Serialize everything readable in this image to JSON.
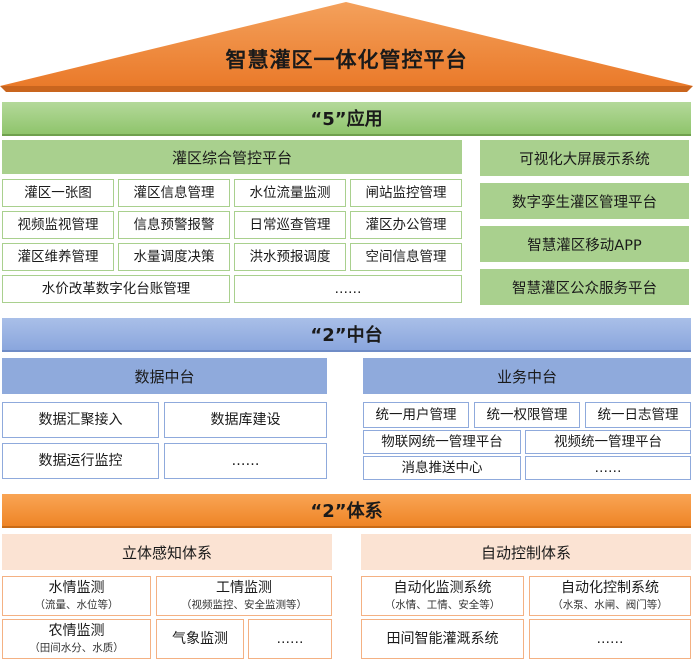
{
  "title": "智慧灌区一体化管控平台",
  "apps": {
    "band": "“5”应用",
    "platform_header": "灌区综合管控平台",
    "grid": [
      [
        "灌区一张图",
        "灌区信息管理",
        "水位流量监测",
        "闸站监控管理"
      ],
      [
        "视频监视管理",
        "信息预警报警",
        "日常巡查管理",
        "灌区办公管理"
      ],
      [
        "灌区维养管理",
        "水量调度决策",
        "洪水预报调度",
        "空间信息管理"
      ]
    ],
    "last_row": [
      "水价改革数字化台账管理",
      "……"
    ],
    "right_boxes": [
      "可视化大屏展示系统",
      "数字孪生灌区管理平台",
      "智慧灌区移动APP",
      "智慧灌区公众服务平台"
    ]
  },
  "middle": {
    "band": "“2”中台",
    "data": {
      "header": "数据中台",
      "items": [
        "数据汇聚接入",
        "数据库建设",
        "数据运行监控",
        "……"
      ]
    },
    "business": {
      "header": "业务中台",
      "row1": [
        "统一用户管理",
        "统一权限管理",
        "统一日志管理"
      ],
      "row2": [
        "物联网统一管理平台",
        "视频统一管理平台"
      ],
      "row3": [
        "消息推送中心",
        "……"
      ]
    }
  },
  "systems": {
    "band": "“2”体系",
    "sensing": {
      "header": "立体感知体系",
      "water": {
        "title": "水情监测",
        "sub": "（流量、水位等）"
      },
      "engineering": {
        "title": "工情监测",
        "sub": "（视频监控、安全监测等）"
      },
      "agri": {
        "title": "农情监测",
        "sub": "（田间水分、水质）"
      },
      "weather": "气象监测",
      "more": "……"
    },
    "control": {
      "header": "自动控制体系",
      "monitoring": {
        "title": "自动化监测系统",
        "sub": "（水情、工情、安全等）"
      },
      "controlsys": {
        "title": "自动化控制系统",
        "sub": "（水泵、水闸、阀门等）"
      },
      "irrigation": "田间智能灌溉系统",
      "more": "……"
    }
  },
  "colors": {
    "roof": "#ed7d31",
    "green": "#a9d08e",
    "blue": "#8faadc",
    "orange": "#f08a2c",
    "peach": "#fbe3d3"
  }
}
